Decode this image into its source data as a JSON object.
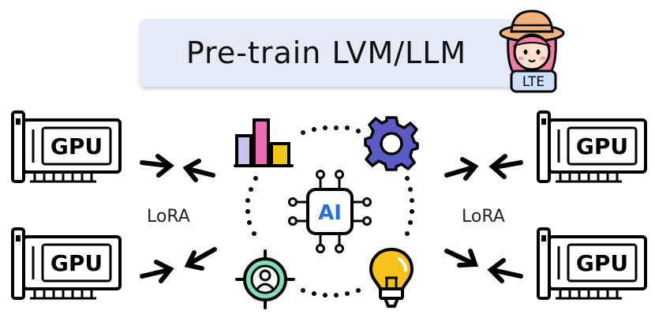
{
  "title": "Pre-train LVM/LLM",
  "mascot": {
    "badge": "LTE"
  },
  "center_chip": {
    "label": "AI"
  },
  "adapters": {
    "left_label": "LoRA",
    "right_label": "LoRA"
  },
  "gpus": [
    {
      "label": "GPU"
    },
    {
      "label": "GPU"
    },
    {
      "label": "GPU"
    },
    {
      "label": "GPU"
    }
  ],
  "hub_icons": [
    "bar-chart-icon",
    "gear-icon",
    "user-target-icon",
    "lightbulb-icon"
  ],
  "colors": {
    "title_bg": "#e4ebf7",
    "chip_text": "#2a6fe0",
    "bar_purple": "#c7c3ee",
    "bar_pink": "#f06ab3",
    "bar_yellow": "#f4c51a",
    "gear": "#5b5bc6",
    "target_fill": "#7fe0b7",
    "bulb": "#f8c21b",
    "mascot_hat": "#f2b27e",
    "mascot_hair": "#f37ca4",
    "badge_bg": "#cfe0ff"
  }
}
